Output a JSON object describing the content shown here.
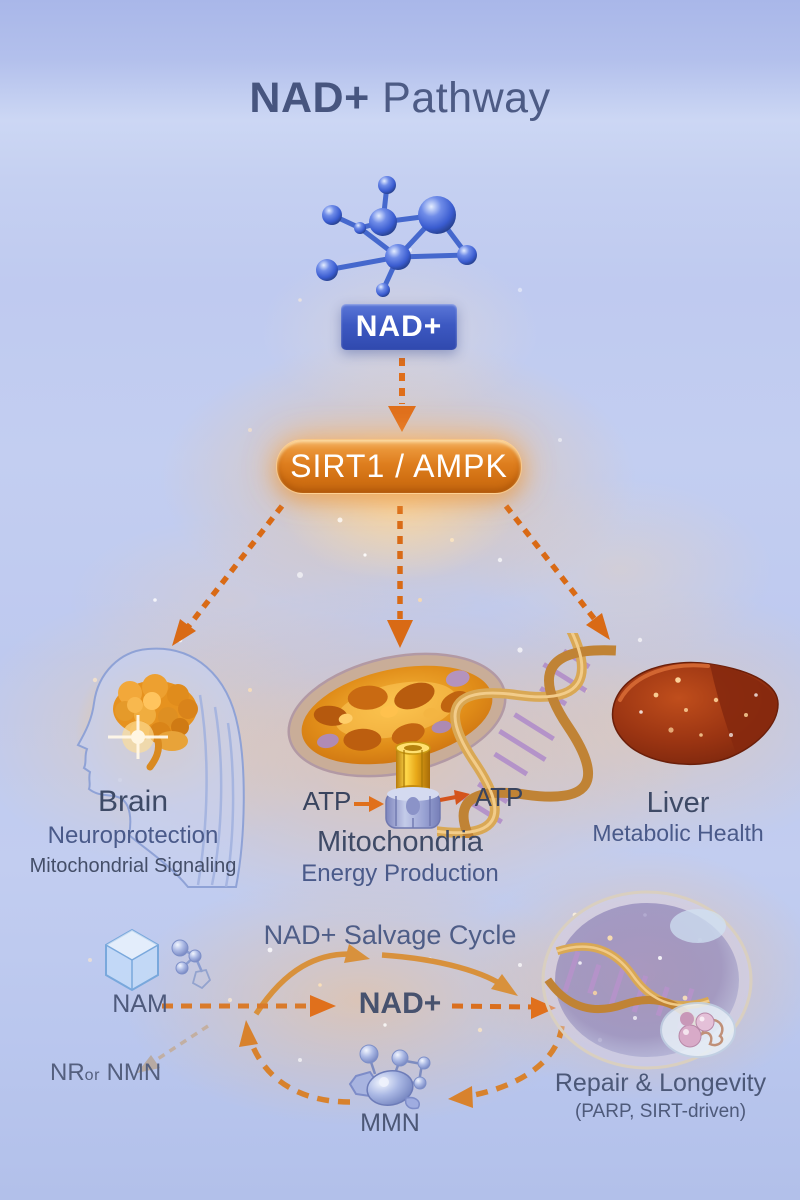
{
  "header": {
    "title_bold": "NAD+",
    "title_light": "Pathway"
  },
  "top": {
    "nad_badge": "NAD+",
    "effector": "SIRT1 / AMPK"
  },
  "targets": {
    "brain": {
      "title": "Brain",
      "subtitle": "Neuroprotection",
      "note": "Mitochondrial Signaling"
    },
    "mitochondria": {
      "title": "Mitochondria",
      "subtitle": "Energy Production",
      "atp_left": "ATP",
      "atp_right": "ATP"
    },
    "liver": {
      "title": "Liver",
      "subtitle": "Metabolic Health"
    }
  },
  "salvage": {
    "title": "NAD+ Salvage Cycle",
    "nam_label": "NAM",
    "nad_label": "NAD+",
    "nr_main": "NR",
    "nr_or": "or",
    "nr_alt": " NMN",
    "nmn_label": "MMN",
    "repair_title": "Repair & Longevity",
    "repair_note": "(PARP, SIRT-driven)"
  },
  "icons": {
    "nad_molecule": "blue-sphere-molecule-cluster",
    "nam_molecule": "crystal-cube-with-molecule",
    "nmn_molecule": "blue-molecule-cluster",
    "brain": "head-profile-with-glowing-brain",
    "mitochondria": "orange-mitochondrion",
    "dna": "golden-dna-helix",
    "atp_synthase": "atp-synthase-rotor",
    "liver": "liver-organ",
    "repair_cell": "cell-with-dna"
  },
  "colors": {
    "accent_orange": "#e0711d",
    "badge_blue": "#3f5cc0",
    "pill_orange": "#d97716",
    "text_dark": "#3e4a66",
    "text_blue": "#4a5a8a",
    "background": "#c0cbf0"
  }
}
